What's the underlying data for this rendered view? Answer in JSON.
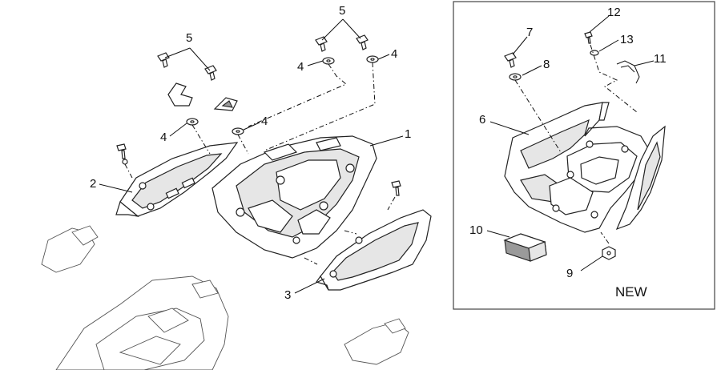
{
  "callouts": {
    "c1": "1",
    "c2": "2",
    "c3": "3",
    "c4a": "4",
    "c4b": "4",
    "c4c": "4",
    "c4d": "4",
    "c5a": "5",
    "c5b": "5",
    "c6": "6",
    "c7": "7",
    "c8": "8",
    "c9": "9",
    "c10": "10",
    "c11": "11",
    "c12": "12",
    "c13": "13"
  },
  "inset": {
    "label": "NEW"
  }
}
